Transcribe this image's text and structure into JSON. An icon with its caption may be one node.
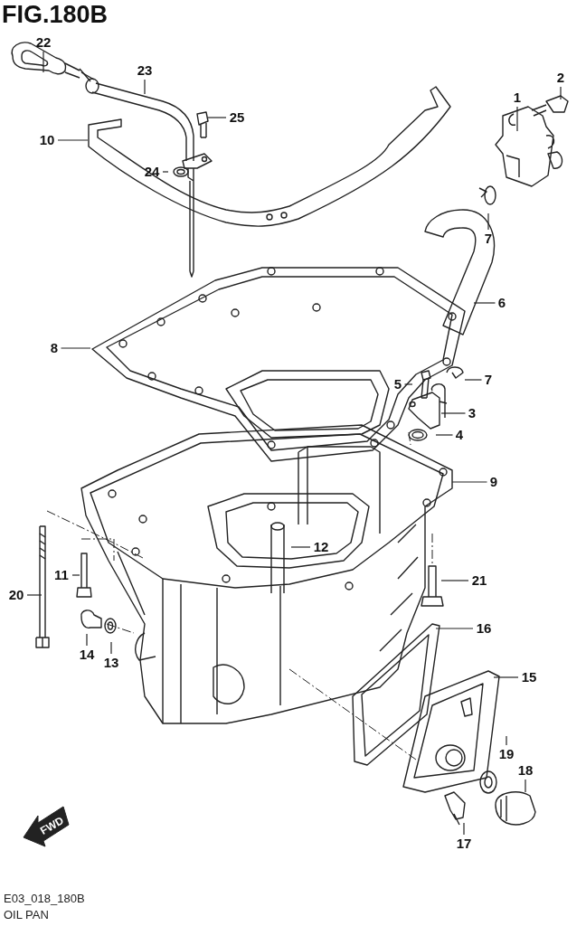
{
  "diagram": {
    "title": "FIG.180B",
    "nodes": [
      {
        "text": [
          "22"
        ]
      },
      {
        "text": [
          "23"
        ]
      },
      {
        "text": [
          "2"
        ]
      },
      {
        "text": [
          "1"
        ]
      },
      {
        "text": [
          "25"
        ]
      },
      {
        "text": [
          "10"
        ]
      },
      {
        "text": [
          "24"
        ]
      },
      {
        "text": [
          "7"
        ]
      },
      {
        "text": [
          "6"
        ]
      },
      {
        "text": [
          "8"
        ]
      },
      {
        "text": [
          "7"
        ]
      },
      {
        "text": [
          "5"
        ]
      },
      {
        "text": [
          "3"
        ]
      },
      {
        "text": [
          "4"
        ]
      },
      {
        "text": [
          "9"
        ]
      },
      {
        "text": [
          "12"
        ]
      },
      {
        "text": [
          "11"
        ]
      },
      {
        "text": [
          "21"
        ]
      },
      {
        "text": [
          "20"
        ]
      },
      {
        "text": [
          "16"
        ]
      },
      {
        "text": [
          "14"
        ]
      },
      {
        "text": [
          "13"
        ]
      },
      {
        "text": [
          "15"
        ]
      },
      {
        "text": [
          "19"
        ]
      },
      {
        "text": [
          "18"
        ]
      },
      {
        "text": [
          "17"
        ]
      }
    ],
    "edges": [
      {
        "from": 0,
        "to": null,
        "arrow": "none"
      },
      {
        "from": 1,
        "to": null,
        "arrow": "none"
      },
      {
        "from": 2,
        "to": null,
        "arrow": "none"
      },
      {
        "from": 3,
        "to": null,
        "arrow": "none"
      },
      {
        "from": 4,
        "to": null,
        "arrow": "none"
      },
      {
        "from": 5,
        "to": null,
        "arrow": "none"
      },
      {
        "from": 6,
        "to": null,
        "arrow": "none"
      },
      {
        "from": 7,
        "to": null,
        "arrow": "none"
      },
      {
        "from": 8,
        "to": null,
        "arrow": "none"
      },
      {
        "from": 9,
        "to": null,
        "arrow": "none"
      },
      {
        "from": 10,
        "to": null,
        "arrow": "none"
      },
      {
        "from": 11,
        "to": null,
        "arrow": "none"
      },
      {
        "from": 12,
        "to": null,
        "arrow": "none"
      },
      {
        "from": 13,
        "to": null,
        "arrow": "none"
      },
      {
        "from": 14,
        "to": null,
        "arrow": "none"
      },
      {
        "from": 15,
        "to": null,
        "arrow": "none"
      },
      {
        "from": 16,
        "to": null,
        "arrow": "none"
      },
      {
        "from": 17,
        "to": null,
        "arrow": "none"
      },
      {
        "from": 18,
        "to": null,
        "arrow": "none"
      },
      {
        "from": 19,
        "to": null,
        "arrow": "none"
      },
      {
        "from": 20,
        "to": null,
        "arrow": "none"
      },
      {
        "from": 21,
        "to": null,
        "arrow": "none"
      },
      {
        "from": 22,
        "to": null,
        "arrow": "none"
      },
      {
        "from": 23,
        "to": null,
        "arrow": "none"
      },
      {
        "from": 24,
        "to": null,
        "arrow": "none"
      },
      {
        "from": 25,
        "to": null,
        "arrow": "none"
      }
    ],
    "labels": [
      "FWD",
      "E03_018_180B",
      "OIL PAN"
    ]
  }
}
